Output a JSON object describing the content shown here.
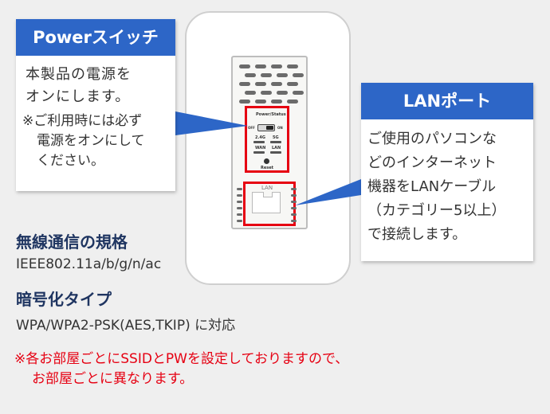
{
  "power_callout": {
    "title": "Powerスイッチ",
    "line1": "本製品の電源を",
    "line2": "オンにします。",
    "note_line1": "※ご利用時には必ず",
    "note_line2": "電源をオンにして",
    "note_line3": "ください。"
  },
  "lan_callout": {
    "title": "LANポート",
    "lines": [
      "ご使用のパソコンな",
      "どのインターネット",
      "機器をLANケーブル",
      "（カテゴリー5以上）",
      "で接続します。"
    ]
  },
  "device": {
    "panel_title": "Power/Status",
    "switch_off": "OFF",
    "switch_on": "ON",
    "led_24": "2.4G",
    "led_5": "5G",
    "led_wan": "WAN",
    "led_lan": "LAN",
    "reset_label": "Reset",
    "port_label": "LAN"
  },
  "specs": {
    "wireless_heading": "無線通信の規格",
    "wireless_value": "IEEE802.11a/b/g/n/ac",
    "encryption_heading": "暗号化タイプ",
    "encryption_value": "WPA/WPA2-PSK(AES,TKIP) に対応"
  },
  "note": {
    "line1": "※各お部屋ごとにSSIDとPWを設定しておりますので、",
    "line2": "お部屋ごとに異なります。"
  },
  "colors": {
    "callout_header": "#2d66c7",
    "highlight_red": "#e60012",
    "spec_heading": "#1f3561",
    "background": "#efefef"
  }
}
